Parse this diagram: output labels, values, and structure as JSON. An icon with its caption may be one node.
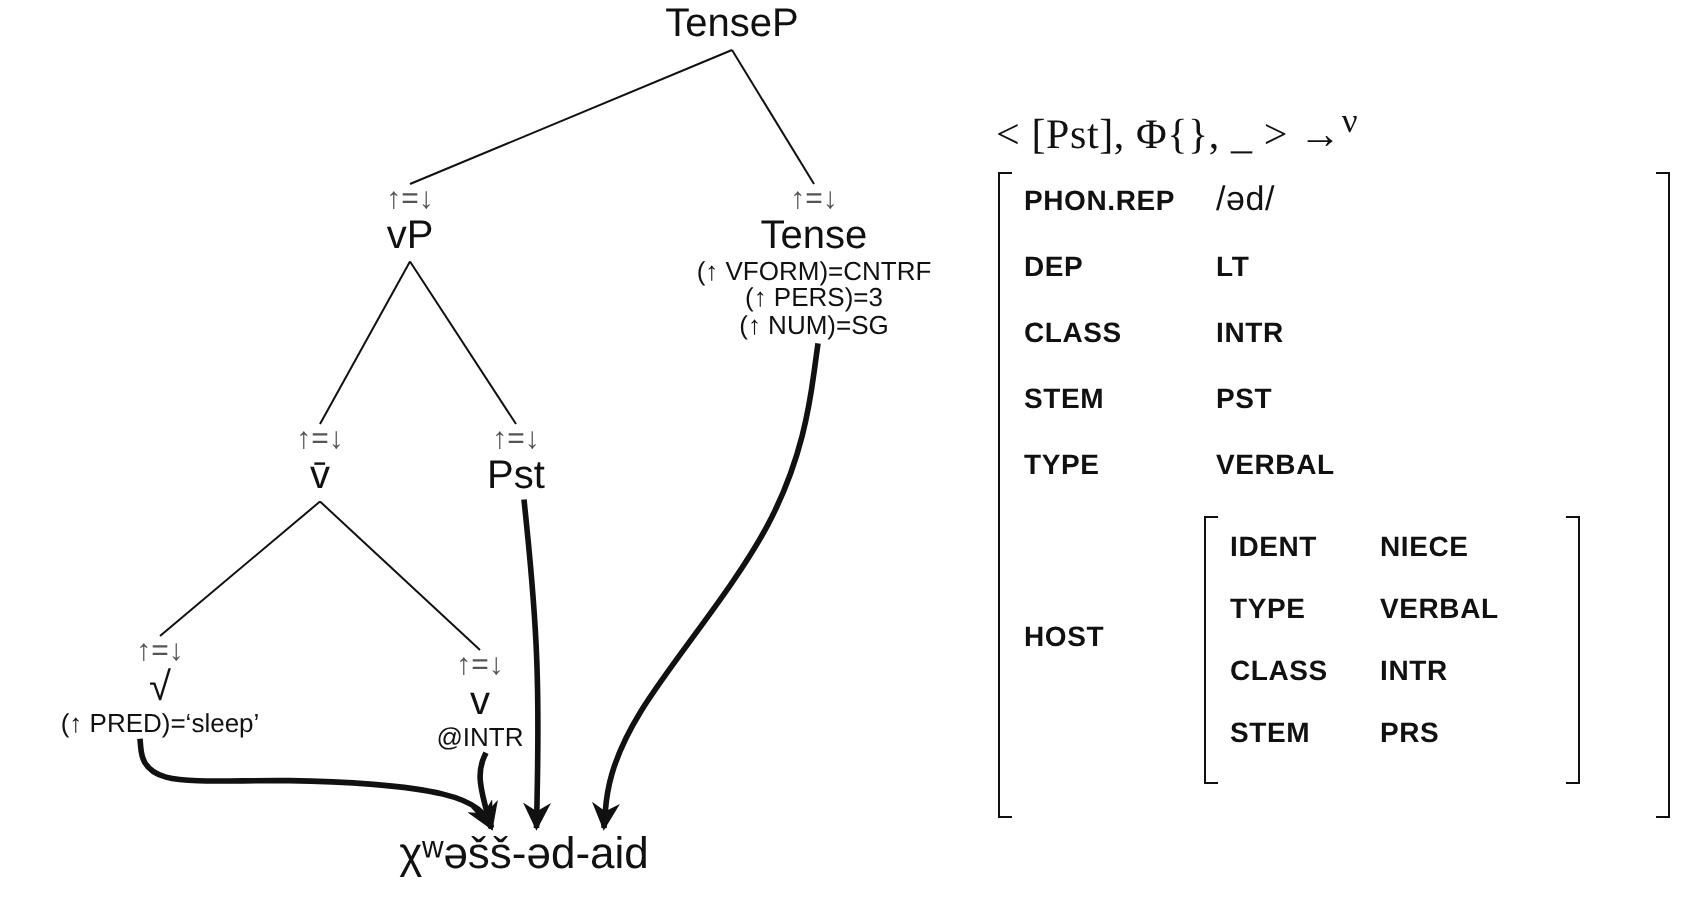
{
  "diagram": {
    "nodes": [
      {
        "text": [
          "TenseP"
        ]
      },
      {
        "text": [
          "↑=↓",
          "vP"
        ]
      },
      {
        "text": [
          "↑=↓",
          "Tense",
          "(↑ VFORM)=CNTRF",
          "(↑ PERS)=3",
          "(↑ NUM)=SG"
        ]
      },
      {
        "text": [
          "↑=↓",
          "v̄"
        ]
      },
      {
        "text": [
          "↑=↓",
          "Pst"
        ]
      },
      {
        "text": [
          "↑=↓",
          "√",
          "(↑ PRED)=‘sleep’"
        ]
      },
      {
        "text": [
          "↑=↓",
          "v",
          "@INTR"
        ]
      },
      {
        "text": [
          "χʷəšš-əd-aid"
        ]
      }
    ],
    "edges": [
      {
        "from": 0,
        "to": 1,
        "arrow": "none"
      },
      {
        "from": 0,
        "to": 2,
        "arrow": "none"
      },
      {
        "from": 1,
        "to": 3,
        "arrow": "none"
      },
      {
        "from": 1,
        "to": 4,
        "arrow": "none"
      },
      {
        "from": 3,
        "to": 5,
        "arrow": "none"
      },
      {
        "from": 3,
        "to": 6,
        "arrow": "none"
      },
      {
        "from": 5,
        "to": 7,
        "arrow": "to",
        "style": "thick"
      },
      {
        "from": 6,
        "to": 7,
        "arrow": "to",
        "style": "thick"
      },
      {
        "from": 4,
        "to": 7,
        "arrow": "to",
        "style": "thick"
      },
      {
        "from": 2,
        "to": 7,
        "arrow": "to",
        "style": "thick"
      }
    ],
    "labels": [
      "< [Pst], Φ{}, _ > →$^{ν}$",
      "PHON.REP",
      "/əd/",
      "DEP",
      "LT",
      "CLASS",
      "INTR",
      "STEM",
      "PST",
      "TYPE",
      "VERBAL",
      "HOST",
      "IDENT",
      "NIECE",
      "TYPE",
      "VERBAL",
      "CLASS",
      "INTR",
      "STEM",
      "PRS"
    ]
  }
}
